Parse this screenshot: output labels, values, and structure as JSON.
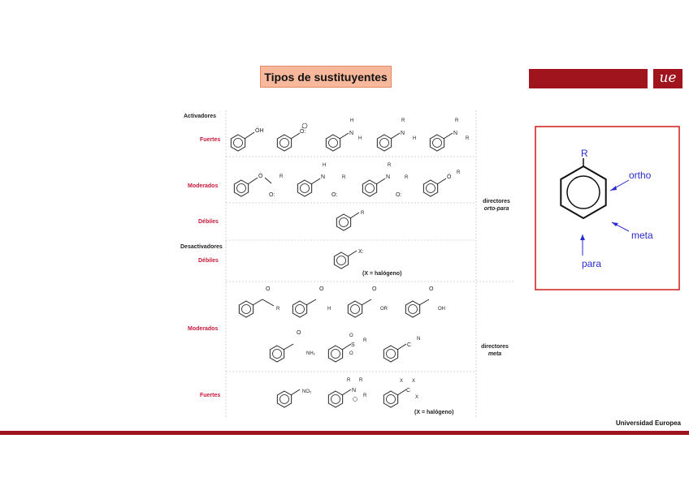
{
  "title": "Tipos de sustituyentes",
  "footer": "Universidad Europea",
  "brand_logo": "ue",
  "labels": {
    "activadores": "Activadores",
    "fuertes_act": "Fuertes",
    "moderados_act": "Moderados",
    "debiles_act": "Débiles",
    "desactivadores": "Desactivadores",
    "debiles_des": "Débiles",
    "moderados_des": "Moderados",
    "fuertes_des": "Fuertes"
  },
  "directores": {
    "op_line1": "directores",
    "op_line2": "orto-para",
    "m_line1": "directores",
    "m_line2": "meta"
  },
  "notes": {
    "halogeno1": "(X = halógeno)",
    "halogeno2": "(X = halógeno)"
  },
  "diagram": {
    "r": "R",
    "ortho": "ortho",
    "meta": "meta",
    "para": "para"
  },
  "colors": {
    "brand": "#a0141e",
    "title_bg": "#f8b89c",
    "category_red": "#c8173a",
    "diagram_blue": "#2a2ad0",
    "diagram_border": "#d01a1a"
  }
}
